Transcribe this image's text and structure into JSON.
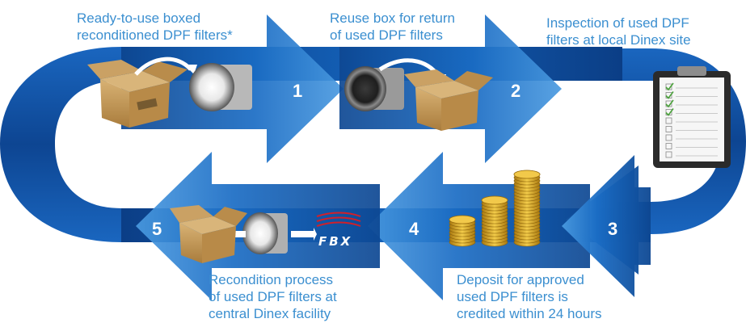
{
  "captions": {
    "step1": [
      "Ready-to-use boxed",
      "reconditioned DPF filters*"
    ],
    "step2": [
      "Reuse box for return",
      "of used DPF filters"
    ],
    "step3": [
      "Inspection of used DPF",
      "filters at local Dinex site"
    ],
    "step4": [
      "Deposit for approved",
      "used DPF filters is",
      "credited within 24 hours"
    ],
    "step5": [
      "Recondition process",
      "of used DPF filters at",
      "central Dinex facility"
    ]
  },
  "step_numbers": [
    "1",
    "2",
    "3",
    "4",
    "5"
  ],
  "logo_text": "FBX",
  "colors": {
    "arrow_dark": "#0b3e86",
    "arrow_mid": "#1257ad",
    "arrow_light": "#3f8fdc",
    "caption": "#3b8fd0",
    "box": "#c49a5a",
    "coin": "#d9a520",
    "logo_red": "#d0202a",
    "check": "#4aa23a"
  },
  "checklist": {
    "checked": 4,
    "total": 9
  }
}
